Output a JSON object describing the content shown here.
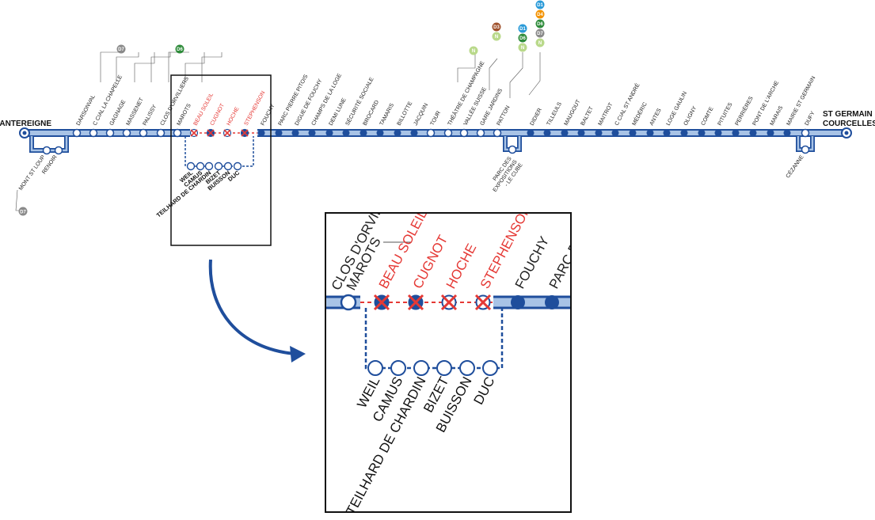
{
  "colors": {
    "line": "#1f4e9c",
    "line_light": "#a8c3e6",
    "closed": "#e53935",
    "text": "#222222",
    "badge_grey": "#8a8a8a",
    "badge_green_dark": "#2e8b3a",
    "badge_green_light": "#b9d98a",
    "badge_blue": "#2a9ad8",
    "badge_orange": "#f39200",
    "badge_brown": "#a0522d"
  },
  "termini": {
    "west": "CHANTEREIGNE",
    "east_line1": "ST GERMAIN",
    "east_line2": "COURCELLES"
  },
  "main_stations": [
    {
      "name": "DARSONVAL",
      "state": "open"
    },
    {
      "name": "C CIAL LA CHAPELLE",
      "state": "open"
    },
    {
      "name": "GAGNAGE",
      "state": "open"
    },
    {
      "name": "MASSENET",
      "state": "open"
    },
    {
      "name": "PALISSY",
      "state": "open"
    },
    {
      "name": "CLOS D'ORVILLIERS",
      "state": "open"
    },
    {
      "name": "MAROTS",
      "state": "open"
    },
    {
      "name": "BEAU SOLEIL",
      "state": "closed"
    },
    {
      "name": "CUGNOT",
      "state": "closed"
    },
    {
      "name": "HOCHE",
      "state": "closed"
    },
    {
      "name": "STEPHENSON",
      "state": "closed"
    },
    {
      "name": "FOUCHY",
      "state": "served"
    },
    {
      "name": "PARC PIERRE PITOIS",
      "state": "served"
    },
    {
      "name": "DIGUE DE FOUCHY",
      "state": "served"
    },
    {
      "name": "CHAMPS DE LA LOGE",
      "state": "served"
    },
    {
      "name": "DEMI LUNE",
      "state": "served"
    },
    {
      "name": "SÉCURITÉ SOCIALE",
      "state": "served"
    },
    {
      "name": "BROCARD",
      "state": "served"
    },
    {
      "name": "TAMARIS",
      "state": "served"
    },
    {
      "name": "BILLOTTE",
      "state": "served"
    },
    {
      "name": "JACQUIN",
      "state": "served"
    },
    {
      "name": "TOUR",
      "state": "open"
    },
    {
      "name": "THÉÂTRE DE CHAMPAGNE",
      "state": "open"
    },
    {
      "name": "VALLÉE SUISSE",
      "state": "open"
    },
    {
      "name": "GARE JARDINS",
      "state": "open"
    },
    {
      "name": "PATTON",
      "state": "open"
    },
    {
      "name": "DIDIER",
      "state": "served"
    },
    {
      "name": "TILLEULS",
      "state": "served"
    },
    {
      "name": "MAUGOUT",
      "state": "served"
    },
    {
      "name": "BALTET",
      "state": "served"
    },
    {
      "name": "MAITROT",
      "state": "served"
    },
    {
      "name": "C CIAL ST ANDRÉ",
      "state": "served"
    },
    {
      "name": "MÉDÉRIC",
      "state": "served"
    },
    {
      "name": "ANTES",
      "state": "served"
    },
    {
      "name": "LOGE GAULIN",
      "state": "served"
    },
    {
      "name": "OLIGNY",
      "state": "served"
    },
    {
      "name": "COMTE",
      "state": "served"
    },
    {
      "name": "PITUITES",
      "state": "served"
    },
    {
      "name": "PERRIÈRES",
      "state": "served"
    },
    {
      "name": "PONT DE L'ARCHE",
      "state": "served"
    },
    {
      "name": "MARAIS",
      "state": "served"
    },
    {
      "name": "MAIRIE ST GERMAIN",
      "state": "served"
    },
    {
      "name": "DUFY",
      "state": "open"
    }
  ],
  "loop_stations": [
    "WEIL",
    "CAMUS",
    "TEILHARD DE CHARDIN",
    "BIZET",
    "BUISSON",
    "DUC"
  ],
  "west_branch_stations": [
    "MONT ST LOUP",
    "RENOIR"
  ],
  "mid_branch_label_lines": [
    "PARC DES",
    "EXPOSITIONS",
    "- LE CUBE"
  ],
  "east_branch_station": "CÉZANNE",
  "connections": {
    "west_low": [
      "D7"
    ],
    "darsonval": [
      "D7"
    ],
    "clos": [
      "D6"
    ],
    "theatre": [
      "N"
    ],
    "gare_jardins": [
      "D3",
      "N"
    ],
    "patton_a": [
      "D1",
      "D6",
      "N"
    ],
    "patton_b": [
      "D1",
      "D4",
      "D6",
      "D7",
      "N"
    ]
  },
  "zoom": {
    "top_labels": [
      "CLOS D'ORVILLIERS",
      "MAROTS"
    ],
    "closed": [
      "BEAU SOLEIL",
      "CUGNOT",
      "HOCHE",
      "STEPHENSON"
    ],
    "after": [
      "FOUCHY",
      "PARC PIERRE PITOIS"
    ],
    "loop": [
      "WEIL",
      "CAMUS",
      "TEILHARD DE CHARDIN",
      "BIZET",
      "BUISSON",
      "DUC"
    ]
  }
}
